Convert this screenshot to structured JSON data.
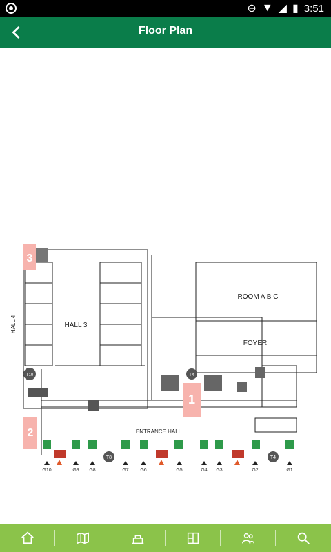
{
  "status": {
    "time": "3:51"
  },
  "appbar": {
    "title": "Floor Plan"
  },
  "map": {
    "labels": {
      "room_abc": "ROOM  A  B  C",
      "foyer": "FOYER",
      "hall3": "HALL 3",
      "hall4": "HALL 4",
      "entrance_hall": "ENTRANCE HALL",
      "n1": "1",
      "n2": "2",
      "n3": "3",
      "t4a": "T4",
      "t4b": "T4",
      "t8": "T8",
      "t10": "T10",
      "g10": "G10",
      "g9": "G9",
      "g8": "G8",
      "g7": "G7",
      "g6": "G6",
      "g5": "G5",
      "g4": "G4",
      "g3": "G3",
      "g2": "G2",
      "g1": "G1"
    }
  },
  "bottom_nav": {
    "items": [
      {
        "icon": "home-icon"
      },
      {
        "icon": "map-pin-icon"
      },
      {
        "icon": "exhibition-icon"
      },
      {
        "icon": "floorplan-icon"
      },
      {
        "icon": "people-icon"
      },
      {
        "icon": "search-icon"
      }
    ]
  },
  "colors": {
    "appbar": "#0a7d4a",
    "bottombar": "#8bc34a",
    "room_pink": "#f7b3ad",
    "green_marker": "#2e9a4a",
    "red_marker": "#c0392b"
  }
}
